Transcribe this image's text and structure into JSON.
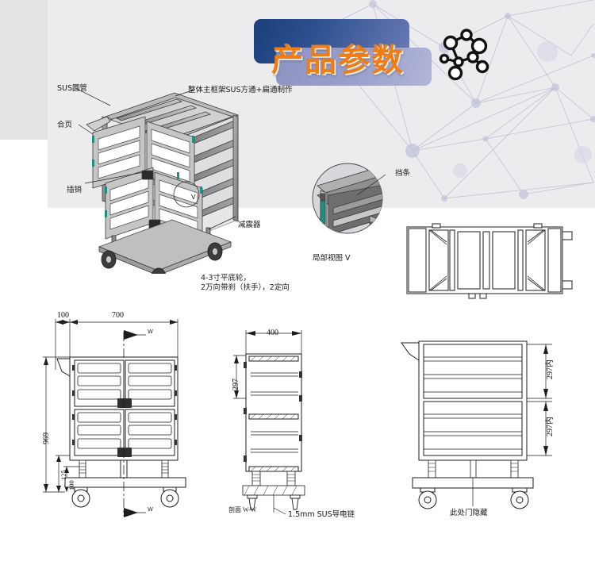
{
  "banner": {
    "title": "产品参数",
    "icon": "molecule-network-icon",
    "colors": {
      "text": "#f07c12",
      "box_back_dark": "#1b3f7a",
      "box_back_light": "#6c7bb5",
      "box_front": "#9aa0cb",
      "background_band": "#ececef"
    }
  },
  "iso_view": {
    "name": "isometric-cart-view",
    "callouts": [
      {
        "id": "sus-round-tube",
        "text": "SUS圆管"
      },
      {
        "id": "hinge",
        "text": "合页"
      },
      {
        "id": "latch-pin",
        "text": "插销"
      },
      {
        "id": "main-frame",
        "text": "整体主框架SUS方通+扁通制作"
      },
      {
        "id": "shock-absorber",
        "text": "减震器"
      }
    ],
    "caster_note_line1": "4-3寸平底轮，",
    "caster_note_line2": "2万向带刹（扶手），2定向",
    "section_mark": "V"
  },
  "detail_view": {
    "name": "detail-view-v",
    "callout": "挡条",
    "caption": "局部视图 V"
  },
  "top_view": {
    "name": "top-plan-view"
  },
  "front_view": {
    "name": "front-elevation-view",
    "dimensions": {
      "overhang": "100",
      "width": "700",
      "height": "969",
      "base_upper": "125",
      "base_lower": "100"
    },
    "section_arrow_label": "W"
  },
  "section_view": {
    "name": "section-view-ww",
    "dimensions": {
      "depth": "400",
      "shelf_height": "297"
    },
    "caption": "剖面 W-W",
    "callout": "1.5mm SUS导电链"
  },
  "rear_view": {
    "name": "rear-elevation-view",
    "dimensions": {
      "upper_inner": "297内",
      "lower_inner": "297内"
    },
    "caption": "此处门隐藏"
  }
}
